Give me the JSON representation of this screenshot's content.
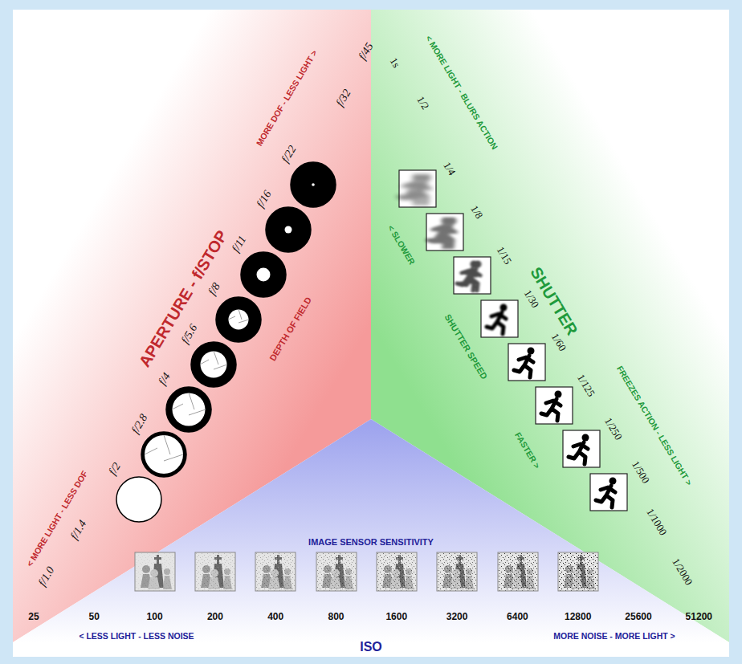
{
  "diagram": {
    "labels": [
      "< MORE LIGHT - LESS DOF",
      "f/1.0",
      "f/1.4",
      "f/2",
      "f/2.8",
      "f/4",
      "f/5.6",
      "f/8",
      "f/11",
      "f/16",
      "f/22",
      "f/32",
      "f/45",
      "APERTURE - f/STOP",
      "MORE DOF - LESS LIGHT >",
      "DEPTH OF FIELD",
      "< MORE LIGHT - BLURS ACTION",
      "1s",
      "1/2",
      "1/4",
      "1/8",
      "1/15",
      "1/30",
      "1/60",
      "1/125",
      "1/250",
      "1/500",
      "1/1000",
      "1/2000",
      "< SLOWER",
      "SHUTTER",
      "SHUTTER SPEED",
      "FASTER >",
      "FREEZES ACTION - LESS LIGHT >",
      "IMAGE SENSOR SENSITIVITY",
      "25",
      "50",
      "100",
      "200",
      "400",
      "800",
      "1600",
      "3200",
      "6400",
      "12800",
      "25600",
      "51200",
      "< LESS LIGHT - LESS NOISE",
      "MORE NOISE - MORE LIGHT >",
      "ISO"
    ]
  }
}
